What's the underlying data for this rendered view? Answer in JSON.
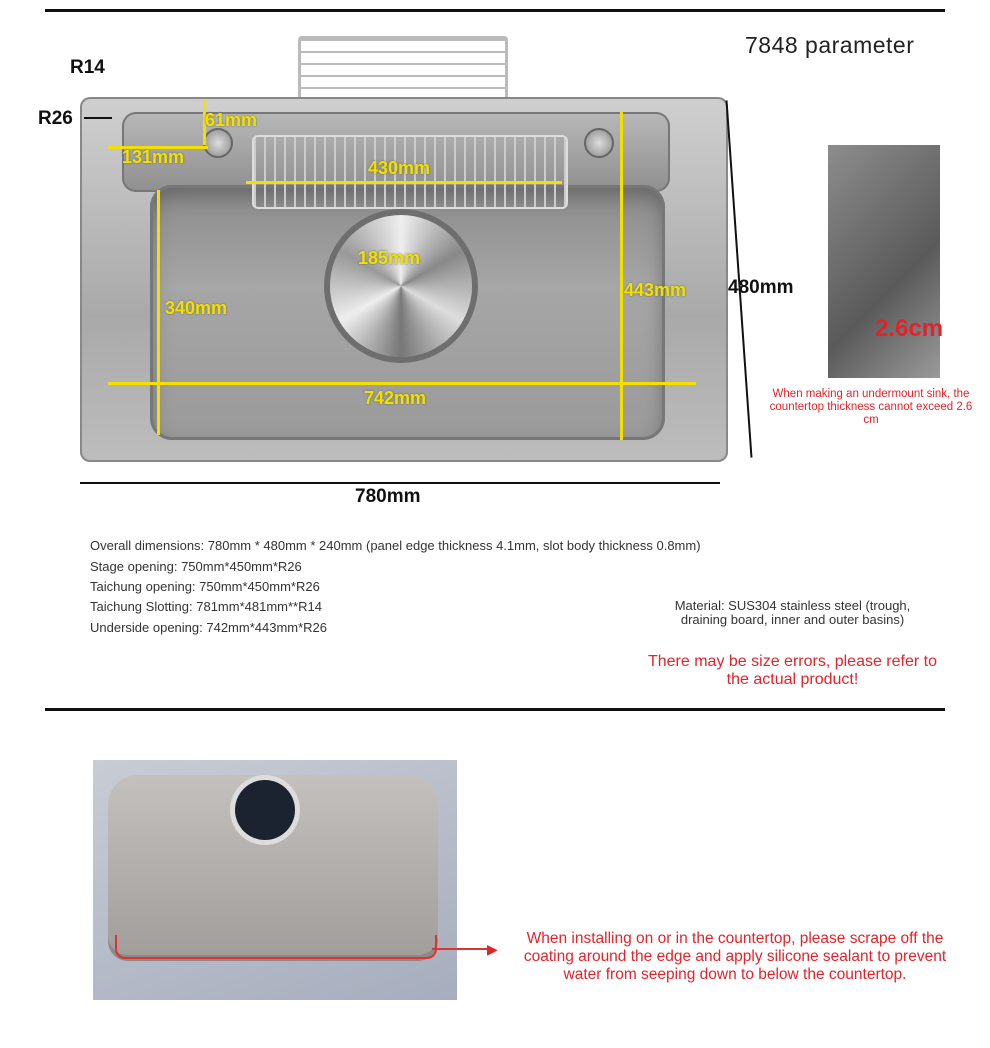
{
  "title": "7848 parameter",
  "dimensions": {
    "r14": "R14",
    "r26": "R26",
    "d61": "61mm",
    "d131": "131mm",
    "d430": "430mm",
    "d185": "185mm",
    "d340": "340mm",
    "d443": "443mm",
    "d742": "742mm",
    "d480": "480mm",
    "d780": "780mm",
    "d26": "2.6cm"
  },
  "undermount_note": "When making an undermount sink, the countertop thickness cannot exceed 2.6 cm",
  "specs": [
    "Overall dimensions: 780mm * 480mm * 240mm (panel edge thickness 4.1mm, slot body thickness 0.8mm)",
    "Stage opening: 750mm*450mm*R26",
    "Taichung opening: 750mm*450mm*R26",
    "Taichung Slotting: 781mm*481mm**R14",
    "Underside opening: 742mm*443mm*R26"
  ],
  "material": "Material: SUS304 stainless steel (trough, draining board, inner and outer basins)",
  "warning": "There may be size errors, please refer to the actual product!",
  "install_note": "When installing on or in the countertop, please scrape off the coating around the edge and apply silicone sealant to prevent water from seeping down to below the countertop."
}
